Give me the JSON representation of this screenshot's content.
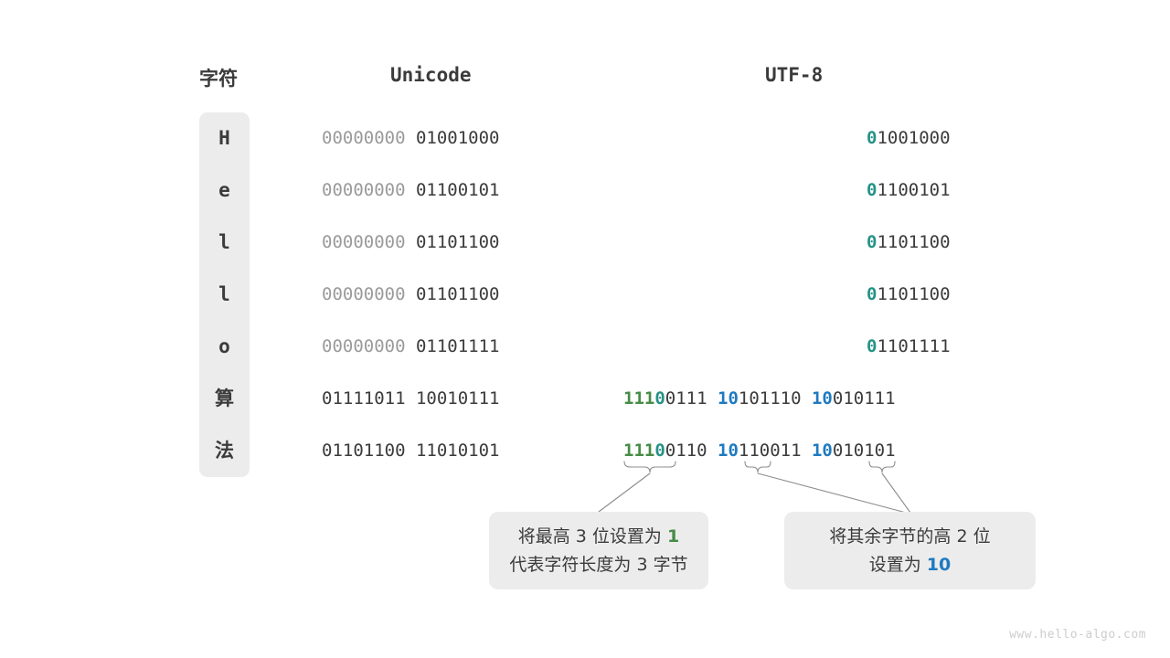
{
  "headers": {
    "character": "字符",
    "unicode": "Unicode",
    "utf8": "UTF-8"
  },
  "colors": {
    "green": "#468c46",
    "teal": "#249287",
    "blue": "#1f7ac0",
    "dark": "#3b3b3b",
    "grey": "#9a9a9a",
    "panel": "#ececec",
    "background": "#ffffff"
  },
  "rows": [
    {
      "char": "H",
      "unicode_high": "00000000",
      "unicode_low": "01001000",
      "utf8_kind": "ascii",
      "utf8_lead": "0",
      "utf8_rest": "1001000"
    },
    {
      "char": "e",
      "unicode_high": "00000000",
      "unicode_low": "01100101",
      "utf8_kind": "ascii",
      "utf8_lead": "0",
      "utf8_rest": "1100101"
    },
    {
      "char": "l",
      "unicode_high": "00000000",
      "unicode_low": "01101100",
      "utf8_kind": "ascii",
      "utf8_lead": "0",
      "utf8_rest": "1101100"
    },
    {
      "char": "l",
      "unicode_high": "00000000",
      "unicode_low": "01101100",
      "utf8_kind": "ascii",
      "utf8_lead": "0",
      "utf8_rest": "1101100"
    },
    {
      "char": "o",
      "unicode_high": "00000000",
      "unicode_low": "01101111",
      "utf8_kind": "ascii",
      "utf8_lead": "0",
      "utf8_rest": "1101111"
    },
    {
      "char": "算",
      "unicode_high": "01111011",
      "unicode_low": "10010111",
      "utf8_kind": "multi",
      "b1_green": "111",
      "b1_teal": "0",
      "b1_rest": "0111",
      "b2_blue": "10",
      "b2_rest": "101110",
      "b3_blue": "10",
      "b3_rest": "010111"
    },
    {
      "char": "法",
      "unicode_high": "01101100",
      "unicode_low": "11010101",
      "utf8_kind": "multi",
      "b1_green": "111",
      "b1_teal": "0",
      "b1_rest": "0110",
      "b2_blue": "10",
      "b2_rest": "110011",
      "b3_blue": "10",
      "b3_rest": "010101"
    }
  ],
  "callouts": {
    "left": {
      "line1_a": "将最高 3 位设置为 ",
      "line1_b": "1",
      "line2": "代表字符长度为 3 字节"
    },
    "right": {
      "line1": "将其余字节的高 2 位",
      "line2_a": "设置为 ",
      "line2_b": "10"
    }
  },
  "watermark": "www.hello-algo.com"
}
